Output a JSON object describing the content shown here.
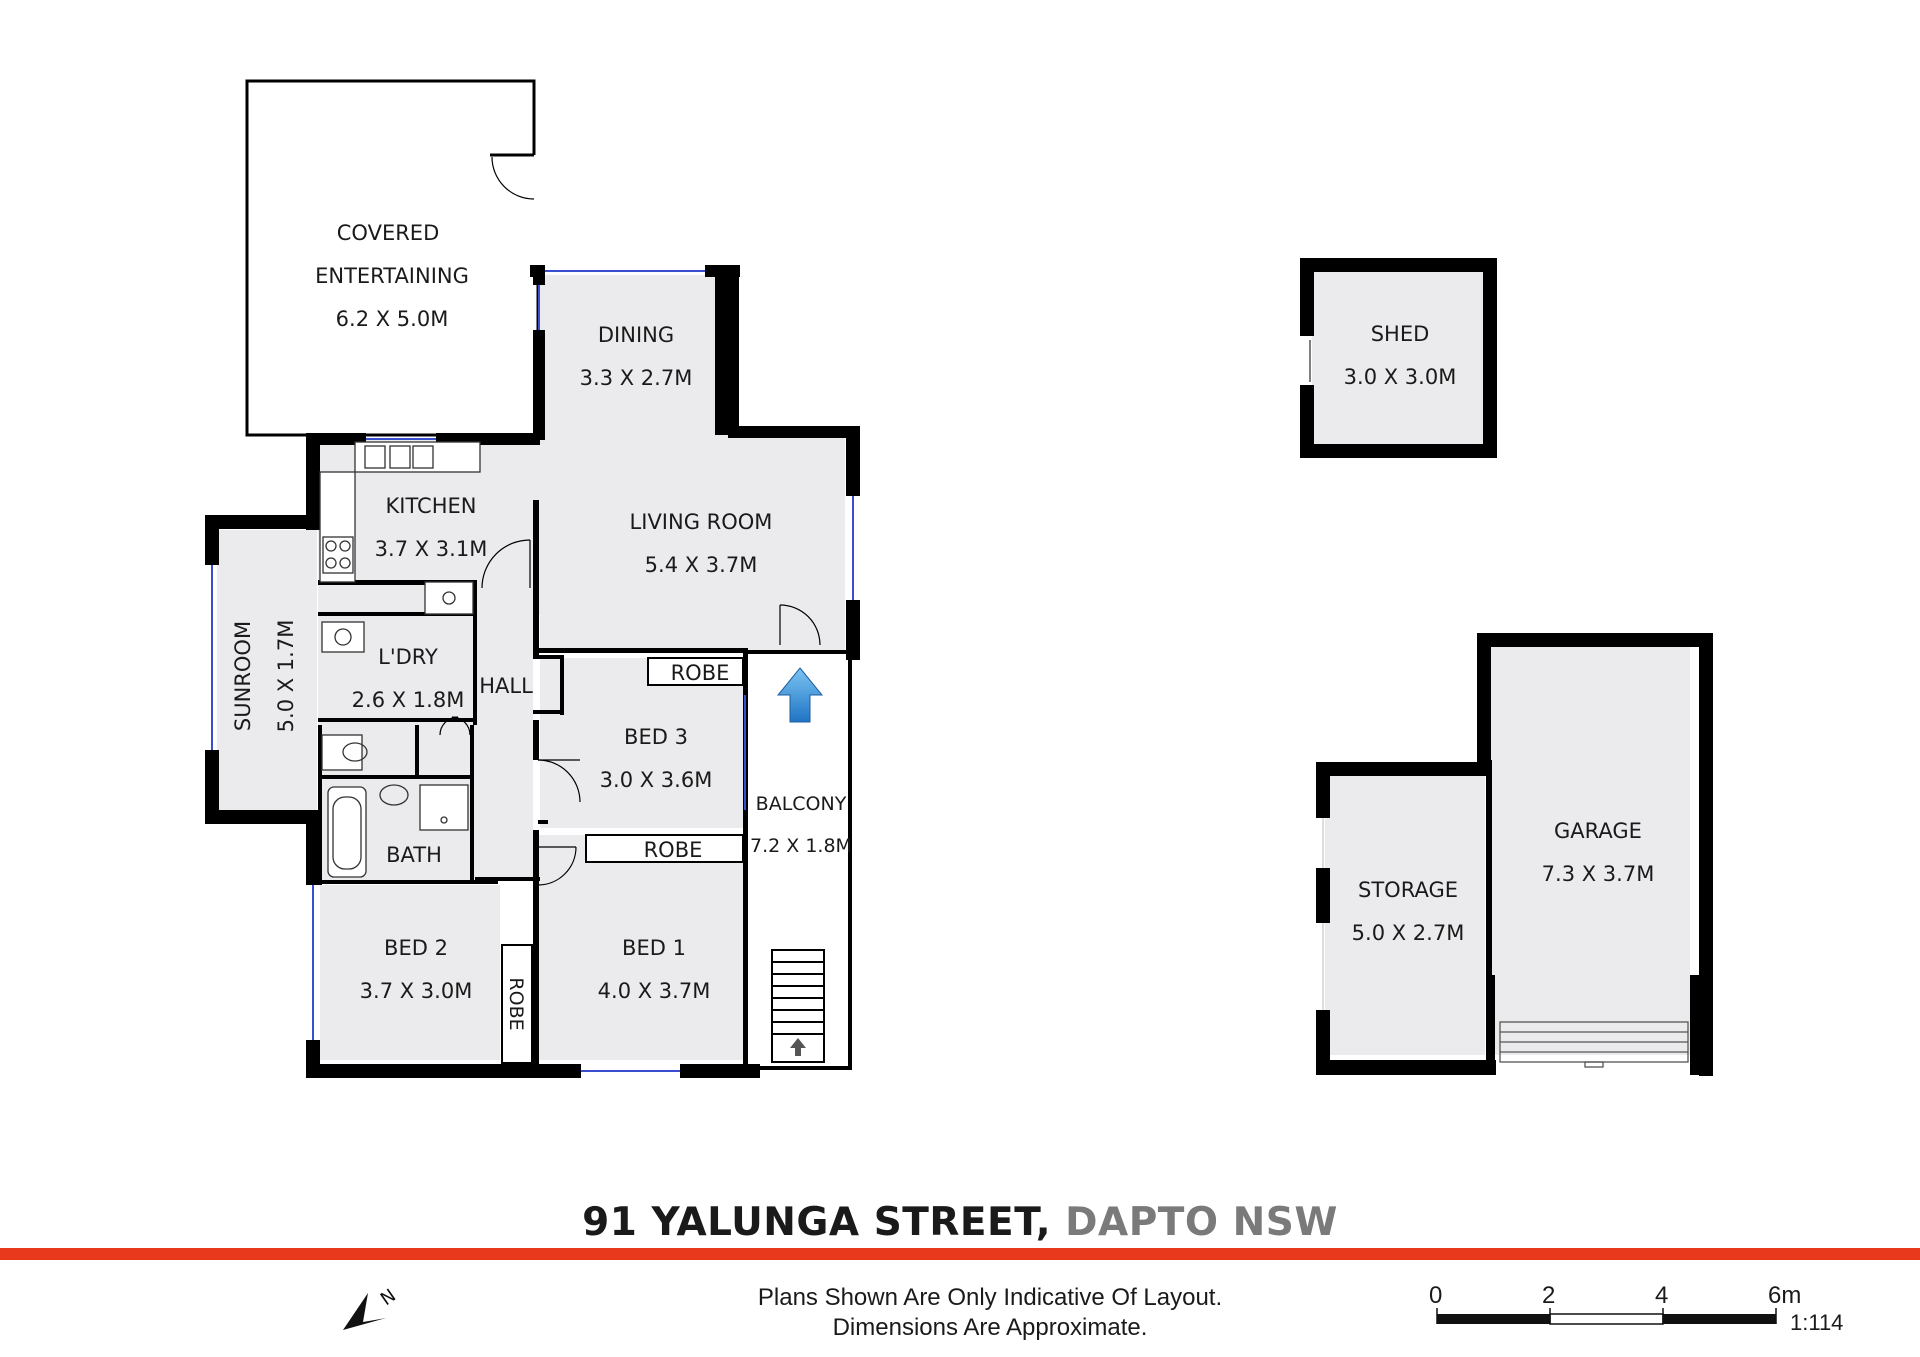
{
  "rooms": {
    "covered_entertaining": {
      "name_line1": "COVERED",
      "name_line2": "ENTERTAINING",
      "size": "6.2 X 5.0M"
    },
    "dining": {
      "name": "DINING",
      "size": "3.3 X 2.7M"
    },
    "kitchen": {
      "name": "KITCHEN",
      "size": "3.7 X 3.1M"
    },
    "living_room": {
      "name": "LIVING ROOM",
      "size": "5.4 X 3.7M"
    },
    "sunroom": {
      "name": "SUNROOM",
      "size": "5.0 X 1.7M"
    },
    "laundry": {
      "name": "L'DRY",
      "size": "2.6 X 1.8M"
    },
    "hall": {
      "name": "HALL"
    },
    "bed3": {
      "name": "BED 3",
      "size": "3.0 X 3.6M",
      "robe": "ROBE"
    },
    "bath": {
      "name": "BATH"
    },
    "balcony": {
      "name": "BALCONY",
      "size": "7.2 X 1.8M"
    },
    "bed2": {
      "name": "BED 2",
      "size": "3.7 X 3.0M",
      "robe": "ROBE"
    },
    "bed1": {
      "name": "BED 1",
      "size": "4.0 X 3.7M",
      "robe": "ROBE"
    },
    "shed": {
      "name": "SHED",
      "size": "3.0 X 3.0M"
    },
    "storage": {
      "name": "STORAGE",
      "size": "5.0 X 2.7M"
    },
    "garage": {
      "name": "GARAGE",
      "size": "7.3 X 3.7M"
    }
  },
  "title": {
    "street": "91 YALUNGA STREET,",
    "suburb": "DAPTO NSW"
  },
  "disclaimer": {
    "line1": "Plans Shown Are Only Indicative Of Layout.",
    "line2": "Dimensions Are Approximate."
  },
  "scale": {
    "t0": "0",
    "t2": "2",
    "t4": "4",
    "t6": "6m",
    "ratio": "1:114"
  },
  "compass": {
    "letter": "N"
  },
  "colors": {
    "wall": "#000000",
    "floor": "#ebebed",
    "window": "#3a4fd0",
    "accent": "#e8391d",
    "arrow": "#3d9ee0"
  }
}
